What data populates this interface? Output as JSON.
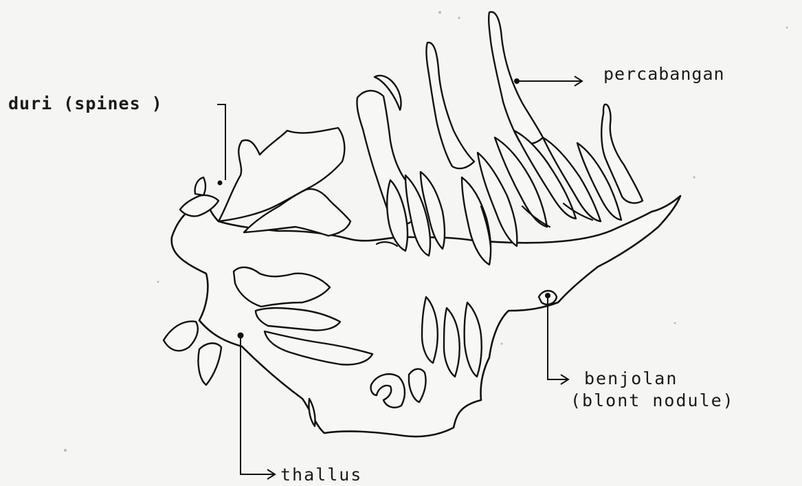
{
  "labels": {
    "duri": "duri (spines )",
    "percabangan": "percabangan",
    "benjolan": "benjolan",
    "blont_nodule": "(blont nodule)",
    "thallus": "thallus"
  },
  "colors": {
    "ink": "#111111",
    "paper": "#f5f5f3"
  }
}
